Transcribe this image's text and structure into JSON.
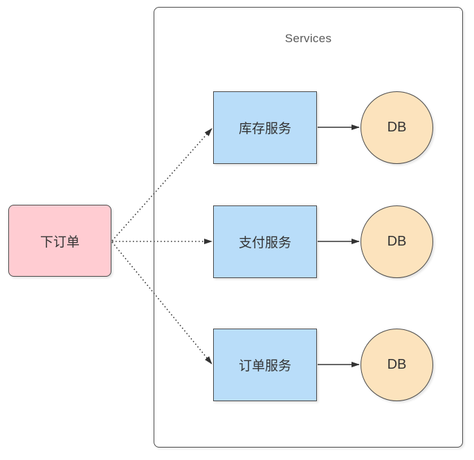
{
  "container": {
    "title": "Services"
  },
  "source": {
    "label": "下订单"
  },
  "services": {
    "rows": [
      {
        "label": "库存服务",
        "db_label": "DB"
      },
      {
        "label": "支付服务",
        "db_label": "DB"
      },
      {
        "label": "订单服务",
        "db_label": "DB"
      }
    ]
  },
  "edges": [
    {
      "from": "place-order",
      "to": "inventory-service",
      "style": "dotted-arrow"
    },
    {
      "from": "place-order",
      "to": "payment-service",
      "style": "dotted-arrow"
    },
    {
      "from": "place-order",
      "to": "order-service",
      "style": "dotted-arrow"
    },
    {
      "from": "inventory-service",
      "to": "inventory-db",
      "style": "solid-arrow"
    },
    {
      "from": "payment-service",
      "to": "payment-db",
      "style": "solid-arrow"
    },
    {
      "from": "order-service",
      "to": "order-db",
      "style": "solid-arrow"
    }
  ],
  "colors": {
    "source_fill": "#ffccd2",
    "service_fill": "#b9ddf9",
    "db_fill": "#fce3bd",
    "shape_border": "#4a4a4a",
    "arrow": "#333333",
    "title_text": "#595959",
    "label_text": "#333333"
  }
}
